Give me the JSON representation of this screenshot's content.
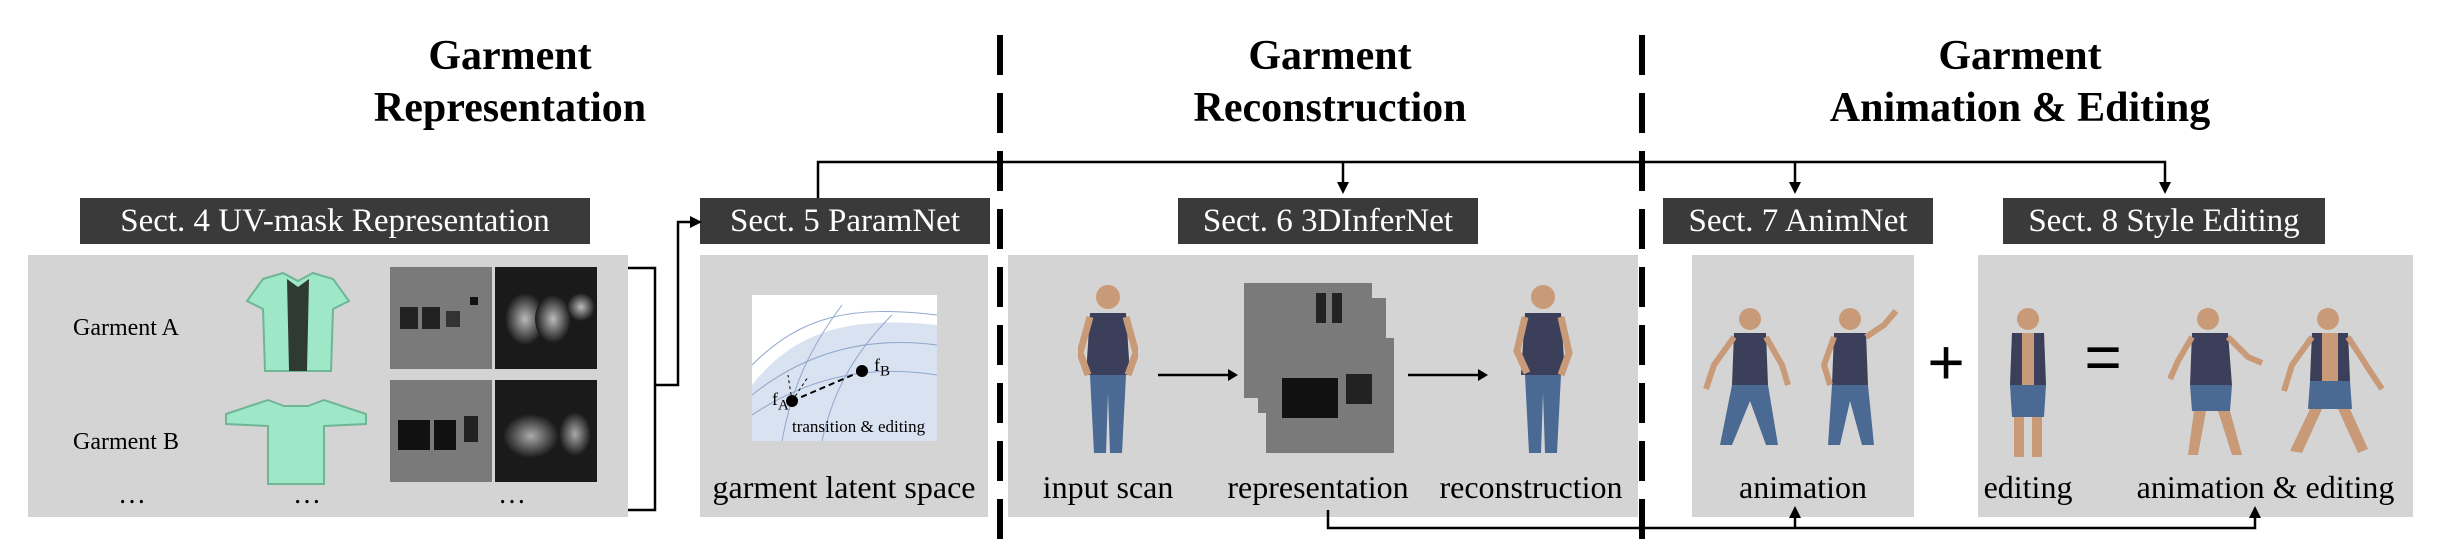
{
  "headings": {
    "representation": [
      "Garment",
      "Representation"
    ],
    "reconstruction": [
      "Garment",
      "Reconstruction"
    ],
    "animation": [
      "Garment",
      "Animation & Editing"
    ]
  },
  "sections": {
    "uv": "Sect. 4 UV-mask Representation",
    "param": "Sect. 5 ParamNet",
    "infer": "Sect. 6 3DInferNet",
    "anim": "Sect. 7 AnimNet",
    "style": "Sect. 8 Style Editing"
  },
  "uv_panel": {
    "garment_a": "Garment A",
    "garment_b": "Garment B",
    "ellipsis": "…"
  },
  "latent": {
    "fA": "f",
    "fA_sub": "A",
    "fB": "f",
    "fB_sub": "B",
    "note": "transition & editing"
  },
  "captions": {
    "latent": "garment latent space",
    "input": "input scan",
    "representation": "representation",
    "reconstruction": "reconstruction",
    "animation": "animation",
    "editing": "editing",
    "anim_edit": "animation & editing"
  },
  "operators": {
    "plus": "+",
    "equals": "="
  },
  "colors": {
    "panel": "#d4d4d4",
    "tag": "#3a3a3a",
    "garment": "#9fe8c7",
    "skin": "#c89a78",
    "shirt": "#3c3f5a",
    "jeans": "#4a6a94"
  }
}
